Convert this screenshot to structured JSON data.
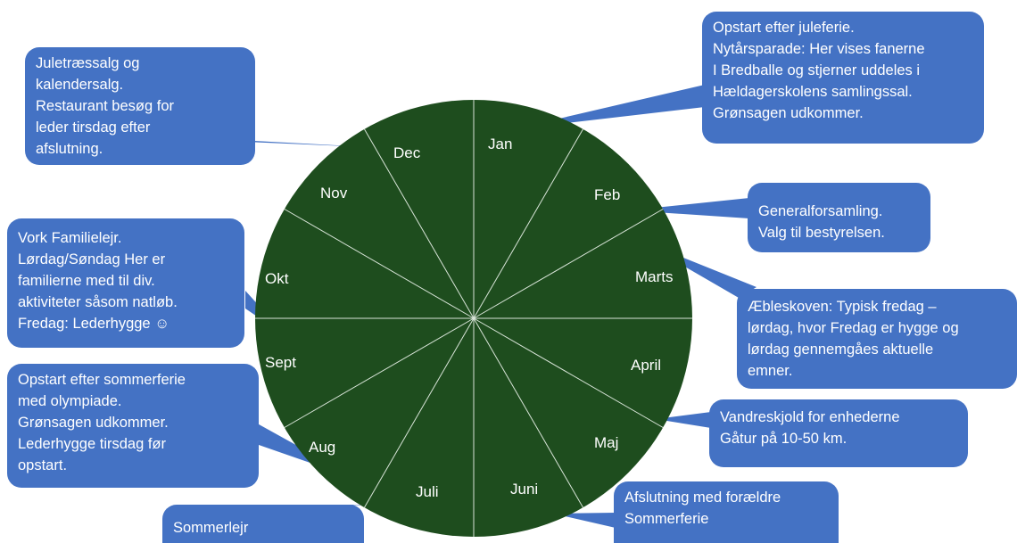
{
  "months": [
    "Jan",
    "Feb",
    "Marts",
    "April",
    "Maj",
    "Juni",
    "Juli",
    "Aug",
    "Sept",
    "Okt",
    "Nov",
    "Dec"
  ],
  "callouts": {
    "dec": "Juletræssalg og\nkalendersalg.\nRestaurant besøg for\nleder tirsdag efter\nafslutning.",
    "jan": "Opstart efter juleferie.\nNytårsparade: Her vises fanerne\nI Bredballe og stjerner uddeles i\nHældagerskolens samlingssal.\nGrønsagen udkommer.",
    "feb": "Generalforsamling.\nValg til bestyrelsen.",
    "marts": "Æbleskoven: Typisk fredag –\nlørdag, hvor Fredag er hygge og\nlørdag gennemgåes aktuelle\nemner.",
    "okt": "Vork Familielejr.\nLørdag/Søndag Her er\nfamilierne med til div.\naktiviteter såsom natløb.\nFredag: Lederhygge ☺",
    "aug": "Opstart efter sommerferie\nmed olympiade.\nGrønsagen udkommer.\nLederhygge tirsdag før\nopstart.",
    "maj": "Vandreskjold for enhederne\nGåtur på 10-50 km.",
    "juni": "Afslutning med forældre\nSommerferie",
    "juli": "Sommerlejr"
  },
  "colors": {
    "wheel": "#1e4d1e",
    "callout": "#4472c4",
    "text": "#ffffff"
  }
}
